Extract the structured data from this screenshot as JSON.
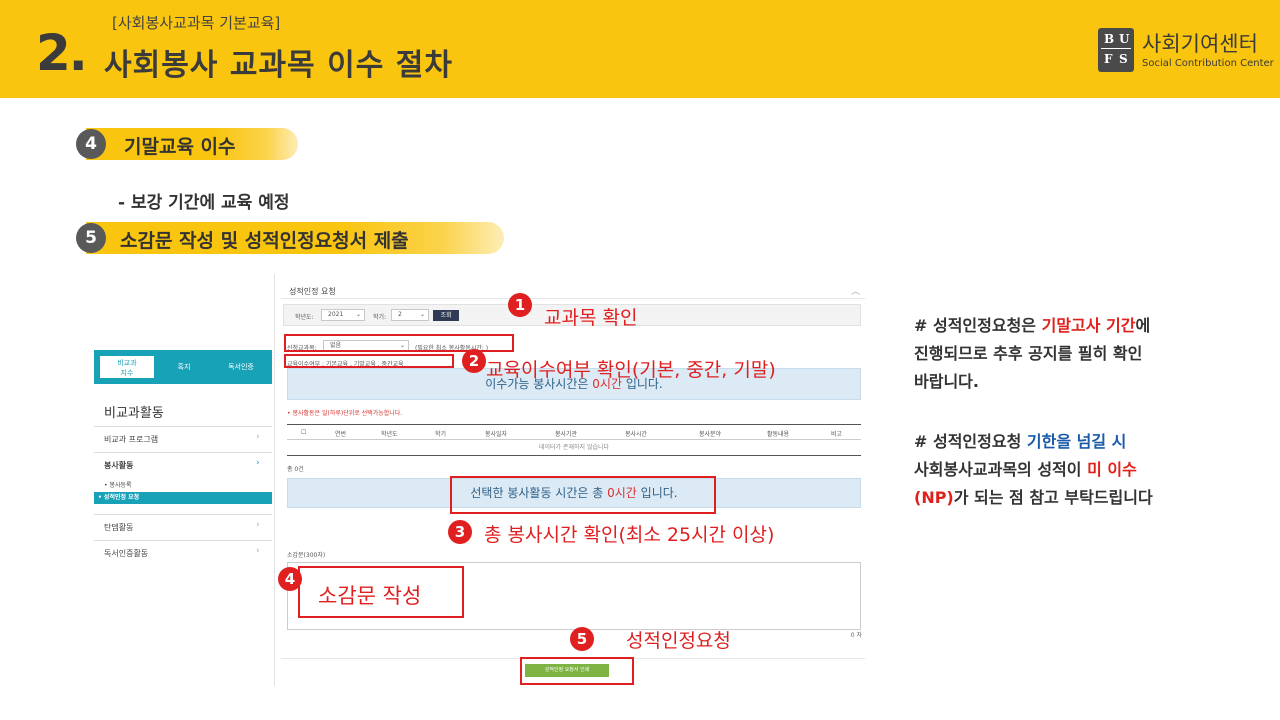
{
  "header": {
    "number": "2.",
    "subtitle": "[사회봉사교과목 기본교육]",
    "title": "사회봉사 교과목 이수 절차",
    "logo_letters": [
      "B",
      "U",
      "F",
      "S"
    ],
    "logo_name": "사회기여센터",
    "logo_en": "Social Contribution Center"
  },
  "steps": {
    "step4": {
      "num": "4",
      "label": "기말교육 이수"
    },
    "bullet": "-  보강 기간에 교육 예정",
    "step5": {
      "num": "5",
      "label": "소감문 작성 및 성적인정요청서 제출"
    }
  },
  "screenshot": {
    "title": "성적인정 요청",
    "year_label": "학년도:",
    "year_value": "2021",
    "semester_label": "학기:",
    "semester_value": "2",
    "search_button": "조회",
    "course_label": "신청교과목:",
    "course_value": "없음",
    "course_hint": "(필요한 최소 봉사활동시간: )",
    "edu_status": "교육이수여부 : 기본교육 , 기말교육 , 중간교육",
    "available_pre": "이수가능 봉사시간은",
    "available_hours": "0시간",
    "available_post": "입니다.",
    "notice": "• 봉사활동은 일(하루)단위로 선택가능합니다.",
    "columns": [
      "☐",
      "연번",
      "학년도",
      "학기",
      "봉사일자",
      "봉사기관",
      "봉사시간",
      "봉사분야",
      "활동내용",
      "비고"
    ],
    "empty_msg": "데이터가 존재하지 않습니다",
    "total": "총 0건",
    "selected_pre": "선택한 봉사활동 시간은 총",
    "selected_hours": "0시간",
    "selected_post": "입니다.",
    "essay_label": "소감문(300자)",
    "essay_count": "0 자",
    "submit_button": "성적인정 요청서 인쇄"
  },
  "sidebar": {
    "tabs": [
      "비교과\n지수",
      "혹지",
      "독서인증"
    ],
    "heading": "비교과활동",
    "items": [
      {
        "label": "비교과 프로그램"
      },
      {
        "label": "봉사활동"
      }
    ],
    "subitems": [
      "• 봉사등록",
      "• 성적인정 요청"
    ],
    "items2": [
      {
        "label": "탄뎀활동"
      },
      {
        "label": "독서인증활동"
      }
    ],
    "chevron": "›"
  },
  "annotations": {
    "a1": {
      "num": "1",
      "text": "교과목 확인"
    },
    "a2": {
      "num": "2",
      "text": "교육이수여부 확인(기본, 중간, 기말)"
    },
    "a3": {
      "num": "3",
      "text": "총 봉사시간 확인(최소 25시간 이상)"
    },
    "a4": {
      "num": "4",
      "text": "소감문 작성"
    },
    "a5": {
      "num": "5",
      "text": "성적인정요청"
    }
  },
  "notes": {
    "n1_a": "# 성적인정요청은 ",
    "n1_red": "기말고사 기간",
    "n1_b": "에",
    "n1_line2": "진행되므로 추후 공지를 필히 확인",
    "n1_line3": "바랍니다.",
    "n2_a": "# 성적인정요청 ",
    "n2_blue": "기한을 넘길 시",
    "n2_line2a": "사회봉사교과목의 성적이 ",
    "n2_red": "미 이수",
    "n2_line3_red": "(NP)",
    "n2_line3b": "가 되는 점 참고 부탁드립니다"
  },
  "colors": {
    "accent": "#f9c50e",
    "dark": "#3b3b3b",
    "annotation_red": "#e02020",
    "teal": "#17a2b8",
    "highlight_blue": "#1a5aa8"
  }
}
